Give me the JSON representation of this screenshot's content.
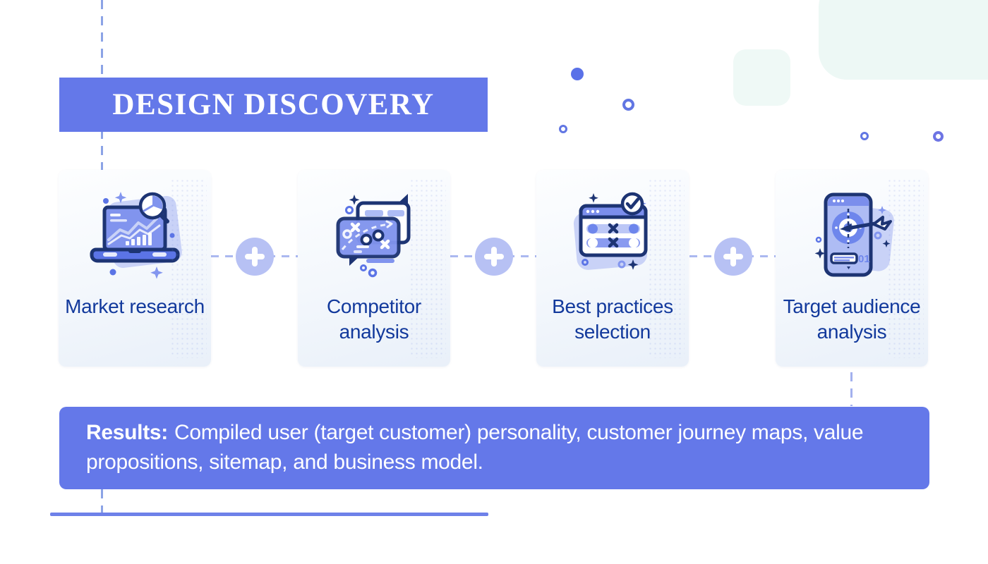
{
  "title": "DESIGN DISCOVERY",
  "steps": [
    {
      "label": "Market research",
      "icon": "market-research-icon"
    },
    {
      "label": "Competitor analysis",
      "icon": "competitor-analysis-icon"
    },
    {
      "label": "Best practices selection",
      "icon": "best-practices-icon"
    },
    {
      "label": "Target audience analysis",
      "icon": "target-audience-icon",
      "icon_label": "01"
    }
  ],
  "connectors": {
    "symbol": "plus",
    "count": 3
  },
  "results": {
    "prefix": "Results:",
    "text": "Compiled user (target customer) personality, customer journey maps, value propositions, sitemap, and business model."
  },
  "colors": {
    "banner": "#6478E9",
    "navy_text": "#12399C",
    "plus_circle": "#B7C1F4",
    "dash_line": "#8CA3E6",
    "mint": "#EDF8F5"
  }
}
